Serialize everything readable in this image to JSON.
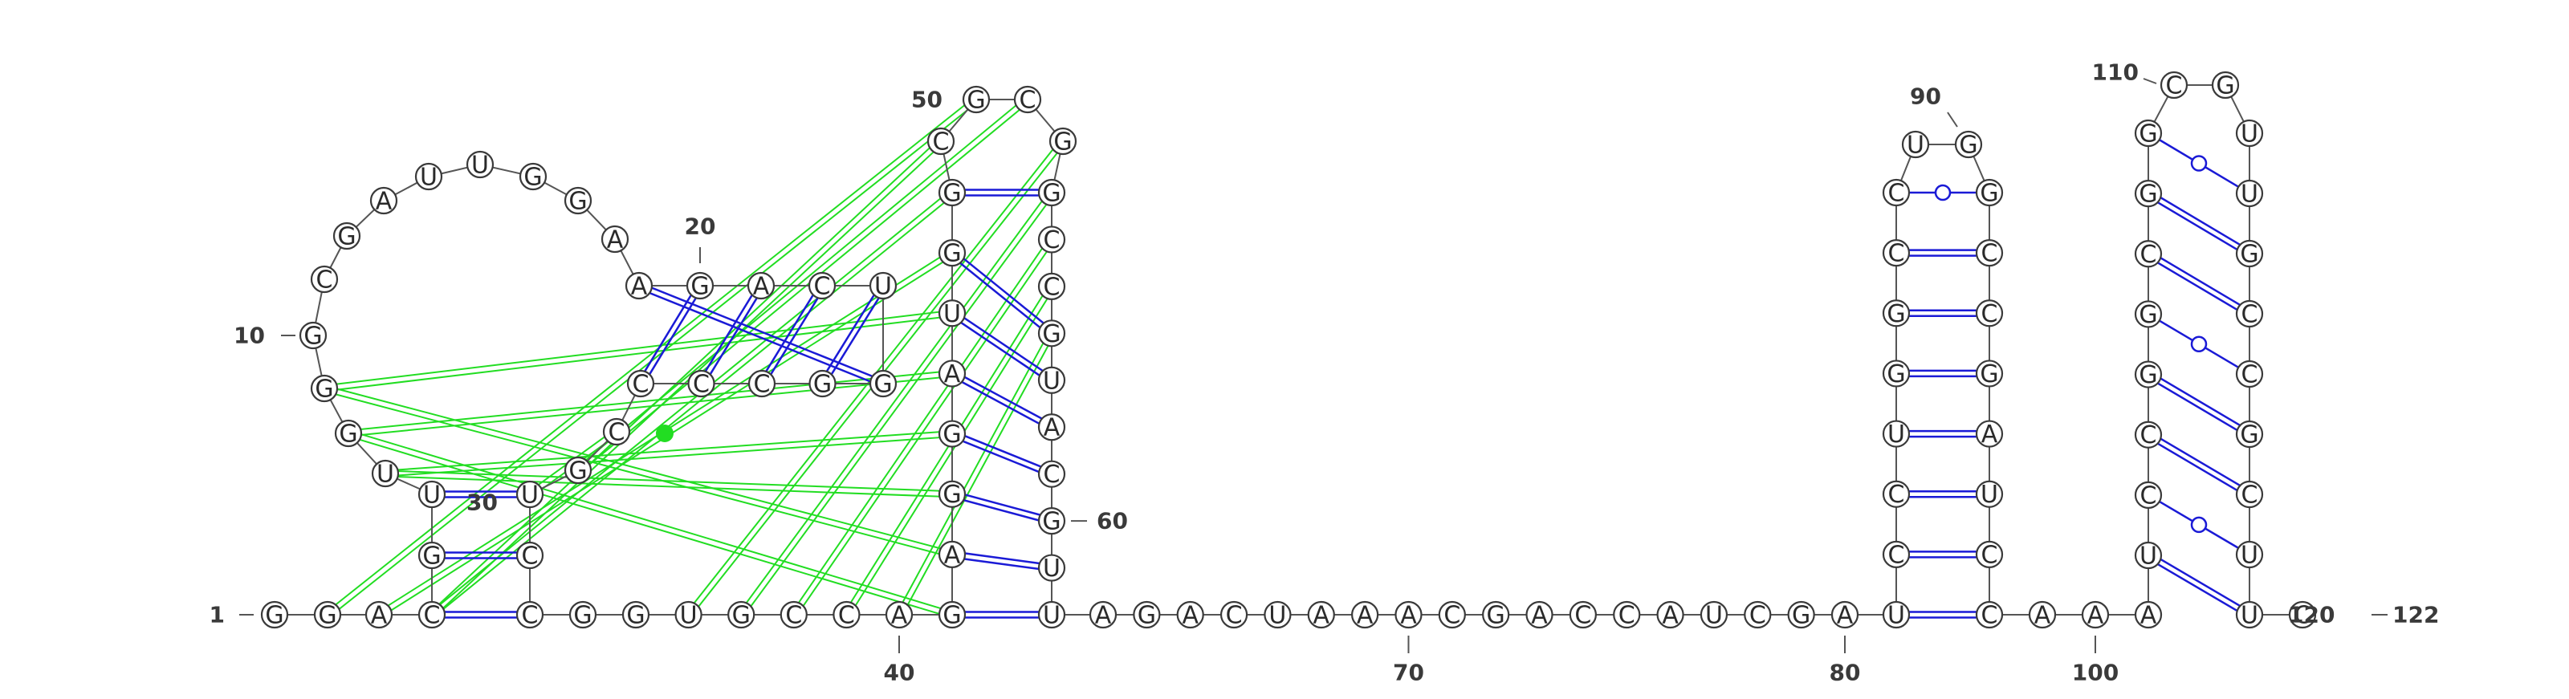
{
  "sequence": "GGACGUUGGGCGAUUGGAAGACUGGCCCCGUCCGGUGCCAGAGGAUGGCGCGGCCGUACGUUAGACUAAACGACCAUCGAUCCUGGCCUGGCCGAUCCAAAUCCGGCGGCGUUGCCGCUUC",
  "position_labels": [
    {
      "nt": 1,
      "text": "1"
    },
    {
      "nt": 10,
      "text": "10"
    },
    {
      "nt": 20,
      "text": "20"
    },
    {
      "nt": 30,
      "text": "30"
    },
    {
      "nt": 40,
      "text": "40"
    },
    {
      "nt": 50,
      "text": "50"
    },
    {
      "nt": 60,
      "text": "60"
    },
    {
      "nt": 70,
      "text": "70"
    },
    {
      "nt": 80,
      "text": "80"
    },
    {
      "nt": 90,
      "text": "90"
    },
    {
      "nt": 100,
      "text": "100"
    },
    {
      "nt": 110,
      "text": "110"
    },
    {
      "nt": 120,
      "text": "120"
    },
    {
      "nt": 122,
      "text": "122"
    }
  ],
  "colors": {
    "watson_crick": "#1a1ad6",
    "wobble": "#1a1ad6",
    "tertiary": "#22dd22"
  }
}
